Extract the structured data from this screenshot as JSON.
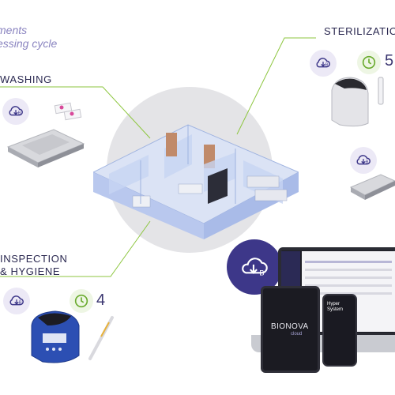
{
  "headline": {
    "line1": "ments",
    "line2": "essing cycle"
  },
  "sections": {
    "washing": {
      "label": "WASHING"
    },
    "sterilization": {
      "label": "STERILIZATIO",
      "cycle_number": "5"
    },
    "inspection": {
      "label_line1": "INSPECTION",
      "label_line2": "& HYGIENE",
      "cycle_number": "4"
    }
  },
  "devices": {
    "tablet_logo": "BIONOVA",
    "tablet_logo_sub": "cloud",
    "phone_title_line1": "Hyper",
    "phone_title_line2": "System"
  },
  "icons": {
    "cloud": "cloud-upload-icon",
    "clock": "clock-icon",
    "big_cloud": "cloud-badge-icon"
  },
  "colors": {
    "brand_purple": "#3d3789",
    "clock_green": "#6aab2e",
    "label_dark": "#2a2850",
    "headline_lilac": "#8a84c0"
  }
}
